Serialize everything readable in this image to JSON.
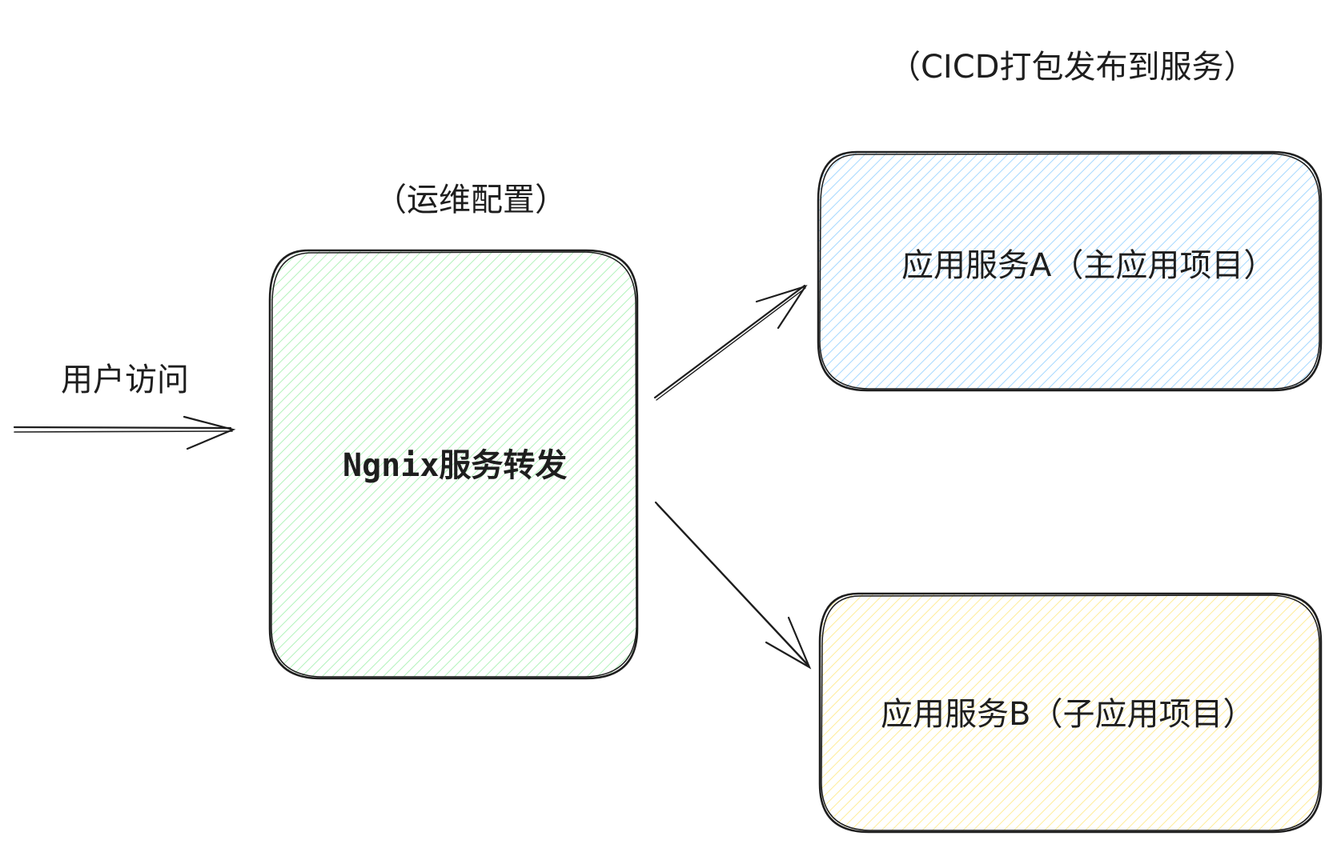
{
  "labels": {
    "user_access": "用户访问",
    "ops_config": "（运维配置）",
    "cicd_note": "（CICD打包发布到服务）",
    "nginx_box": "Ngnix服务转发",
    "service_a": "应用服务A（主应用项目）",
    "service_b": "应用服务B（子应用项目）"
  },
  "colors": {
    "stroke": "#1e1e1e",
    "nginx_fill": "#b2f2bb",
    "service_a_fill": "#a5d8ff",
    "service_b_fill": "#ffec99"
  }
}
